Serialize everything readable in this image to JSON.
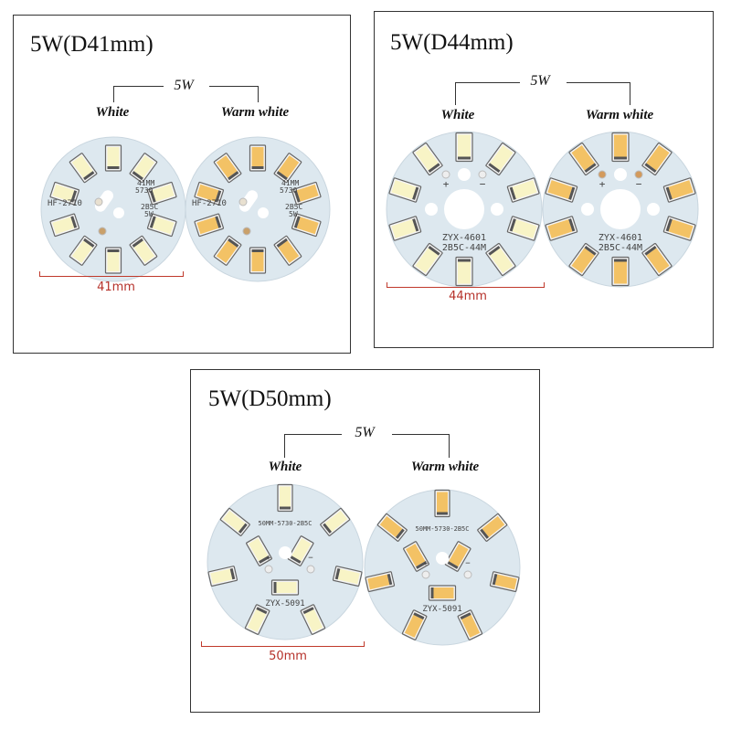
{
  "colors": {
    "board": "#dde8ef",
    "led_white": "#f8f4c6",
    "led_warm": "#f3c265",
    "measure_line": "#c0392b"
  },
  "panels": [
    {
      "title": "5W(D41mm)",
      "power": "5W",
      "left_label": "White",
      "right_label": "Warm white",
      "measure": "41mm",
      "board_text": [
        "HF-2710",
        "41MM",
        "5730",
        "2B5C",
        "5W"
      ]
    },
    {
      "title": "5W(D44mm)",
      "power": "5W",
      "left_label": "White",
      "right_label": "Warm white",
      "measure": "44mm",
      "board_text": [
        "ZYX-4601",
        "2B5C-44M",
        "+",
        "−"
      ]
    },
    {
      "title": "5W(D50mm)",
      "power": "5W",
      "left_label": "White",
      "right_label": "Warm white",
      "measure": "50mm",
      "board_text": [
        "50MM-5730-2B5C",
        "ZYX-5091",
        "+",
        "−"
      ]
    }
  ]
}
